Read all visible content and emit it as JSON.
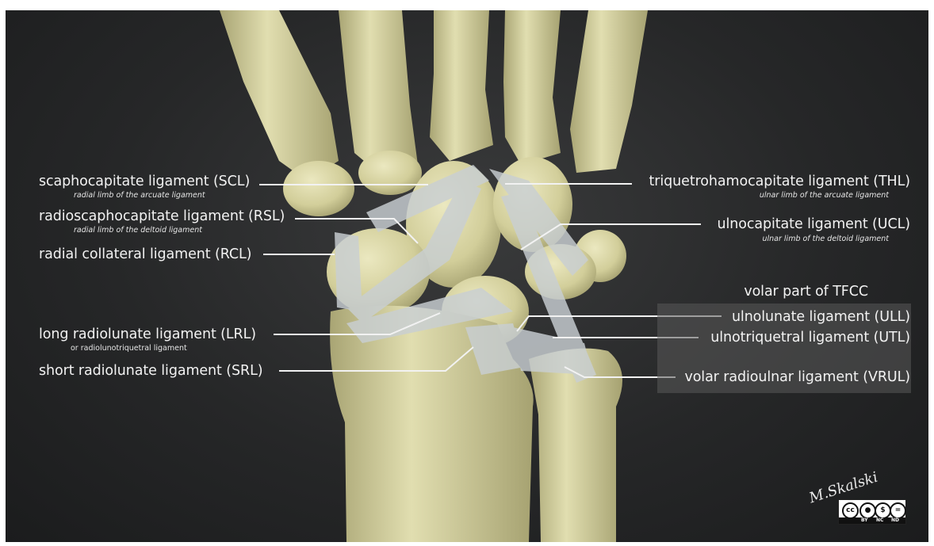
{
  "labels": {
    "scl": {
      "name": "scaphocapitate ligament (SCL)",
      "note": "radial limb of  the arcuate ligament"
    },
    "rsl": {
      "name": "radioscaphocapitate ligament (RSL)",
      "note": "radial limb of  the deltoid ligament"
    },
    "rcl": {
      "name": "radial collateral ligament (RCL)"
    },
    "lrl": {
      "name": "long radiolunate ligament (LRL)",
      "note": "or radiolunotriquetral ligament"
    },
    "srl": {
      "name": "short radiolunate ligament (SRL)"
    },
    "thl": {
      "name": "triquetrohamocapitate ligament (THL)",
      "note": "ulnar limb of  the arcuate ligament"
    },
    "ucl": {
      "name": "ulnocapitate ligament (UCL)",
      "note": "ulnar limb of  the deltoid ligament"
    },
    "tfcc_heading": "volar part of TFCC",
    "ull": {
      "name": "ulnolunate ligament (ULL)"
    },
    "utl": {
      "name": "ulnotriquetral ligament (UTL)"
    },
    "vrul": {
      "name": "volar radioulnar ligament (VRUL)"
    }
  },
  "credit": {
    "signature": "M.Skalski",
    "license_tags": [
      "BY",
      "NC",
      "ND"
    ],
    "license_symbol": "cc"
  },
  "colors": {
    "background": "#262728",
    "bone": "#d9d6a6",
    "ligament": "#c9cfd3",
    "label_text": "#f2f2f2",
    "leader_line": "#f2f2f2"
  }
}
